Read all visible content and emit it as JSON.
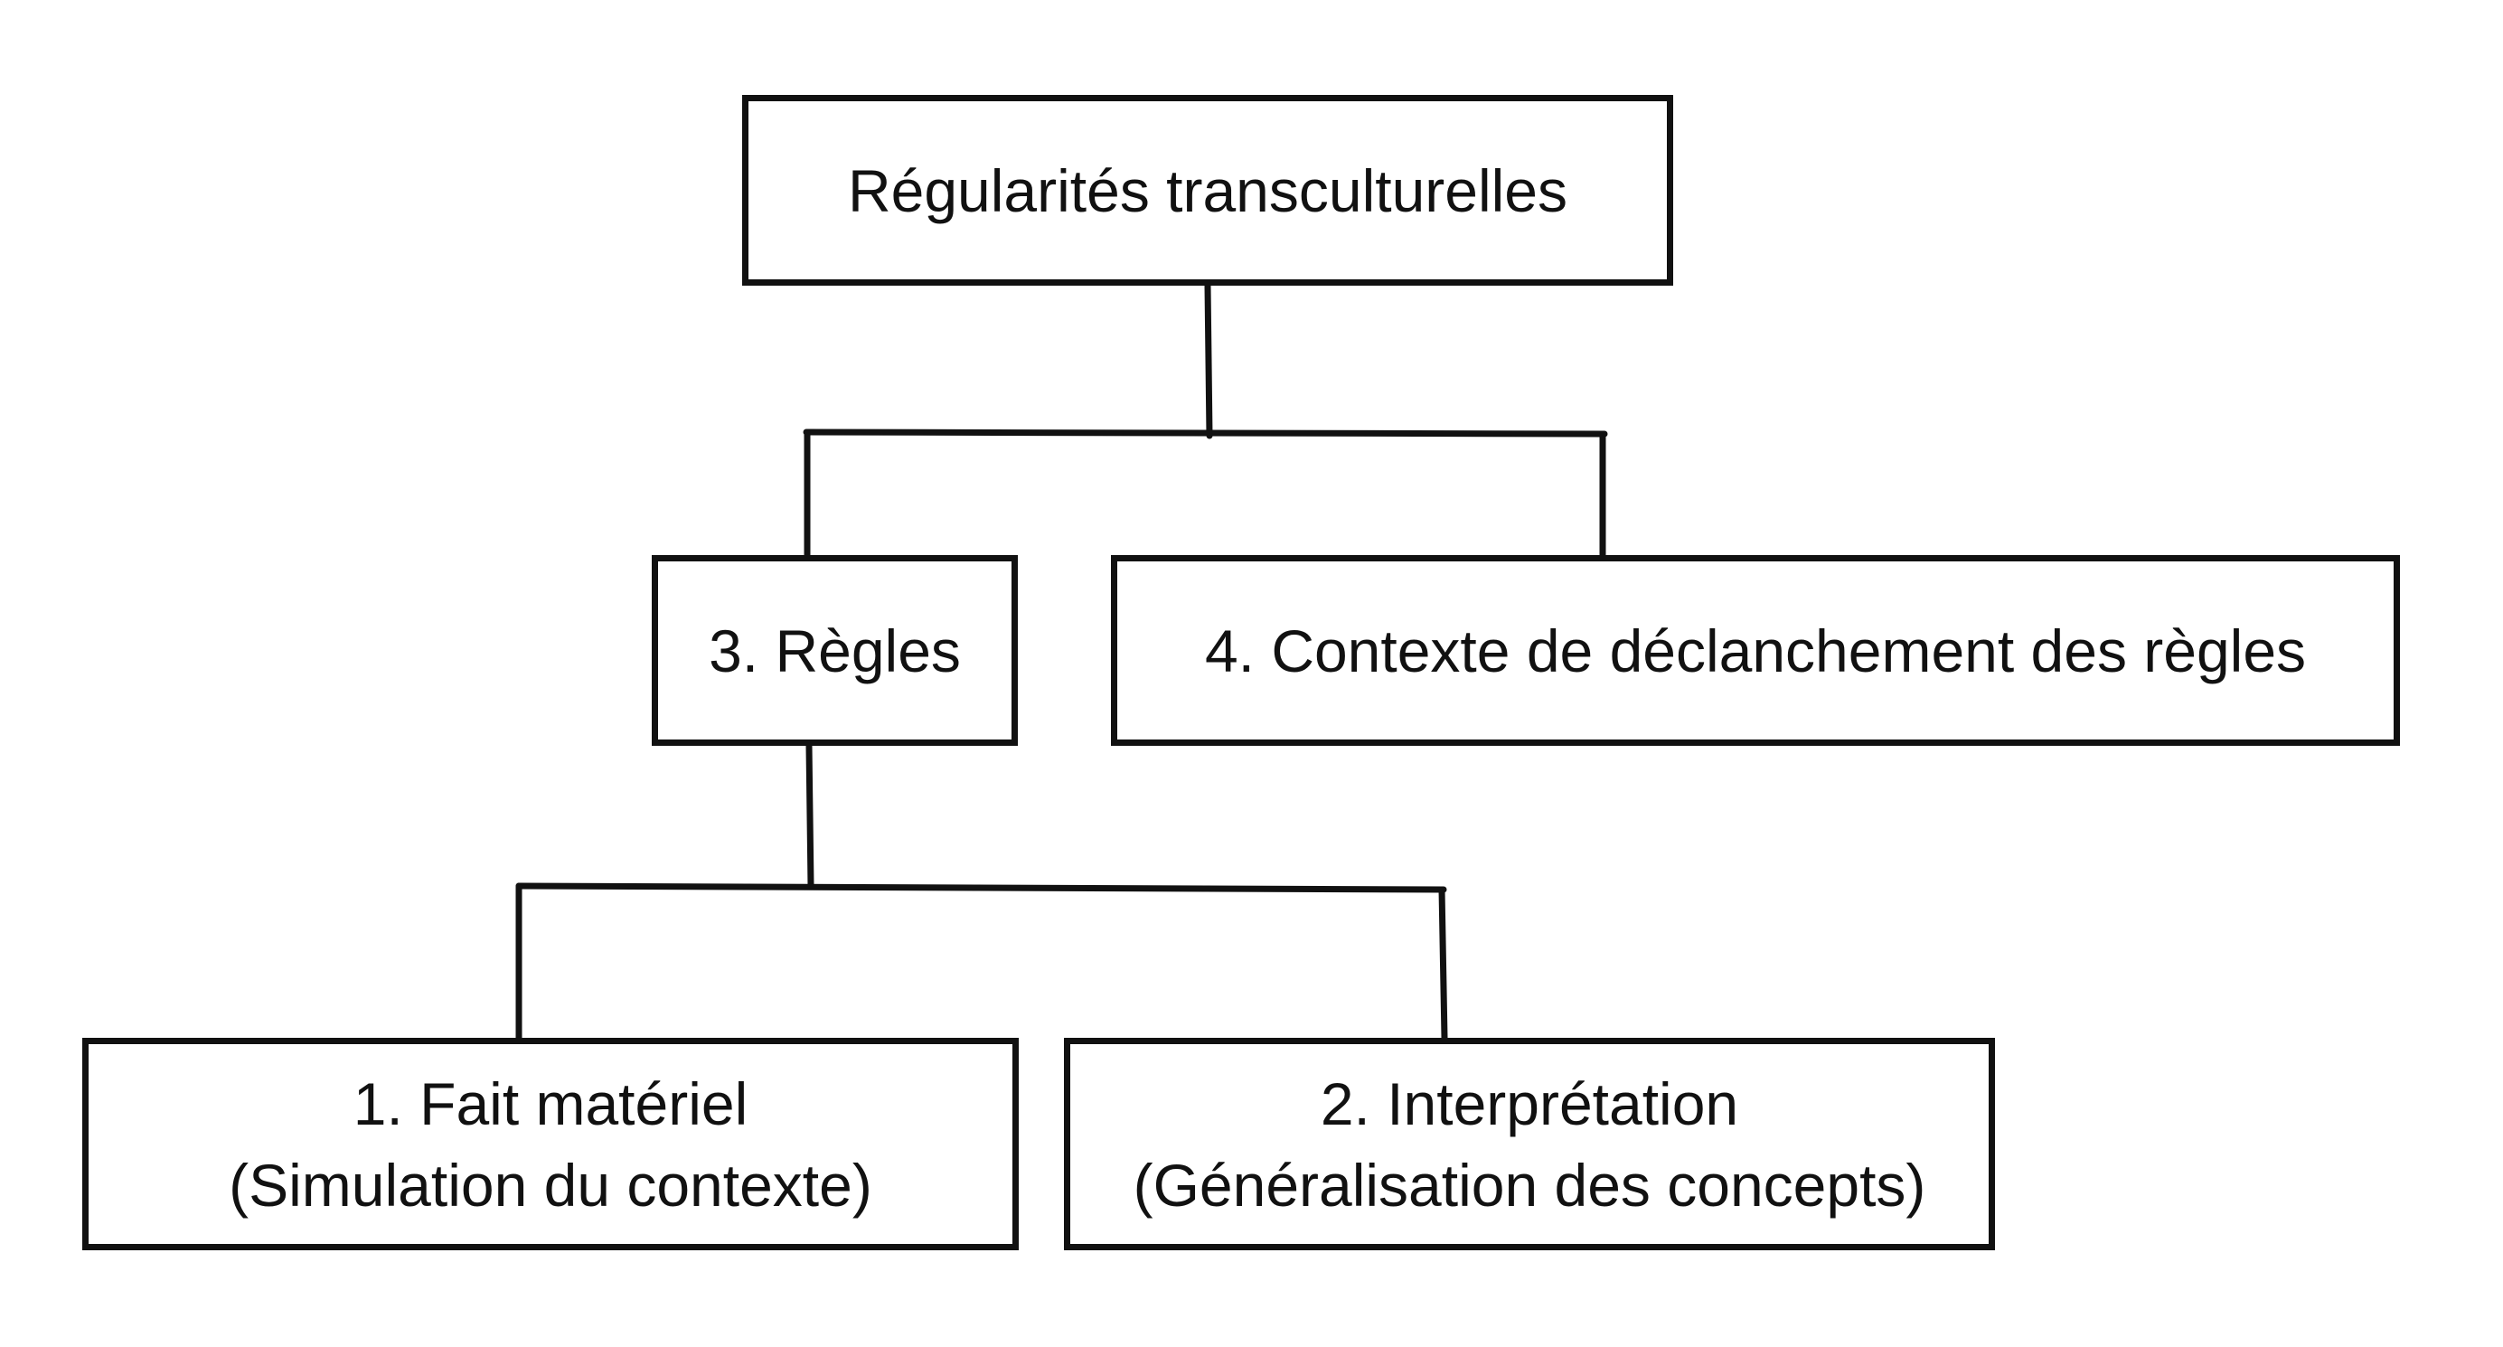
{
  "diagram": {
    "root": {
      "label": "Régularités transculturelles"
    },
    "regles": {
      "label": "3. Règles"
    },
    "contexte": {
      "label": "4. Contexte de déclanchement des règles"
    },
    "fait": {
      "line1": "1. Fait matériel",
      "line2": "(Simulation du contexte)"
    },
    "interpretation": {
      "line1": "2. Interprétation",
      "line2": "(Généralisation des concepts)"
    }
  },
  "colors": {
    "stroke": "#111111",
    "background": "#ffffff"
  }
}
